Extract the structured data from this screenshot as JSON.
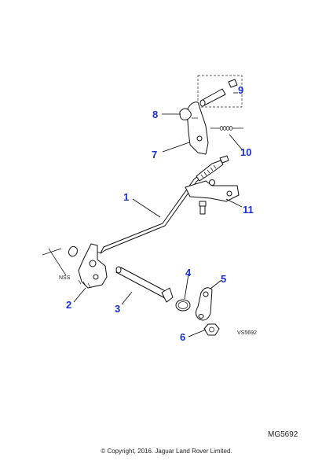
{
  "callouts": [
    "1",
    "2",
    "3",
    "4",
    "5",
    "6",
    "7",
    "8",
    "9",
    "10",
    "11"
  ],
  "nss_label": "NSS",
  "view_code": "VS5692",
  "drawing_code": "MG5692",
  "copyright": "© Copyright, 2016. Jaguar Land Rover Limited."
}
